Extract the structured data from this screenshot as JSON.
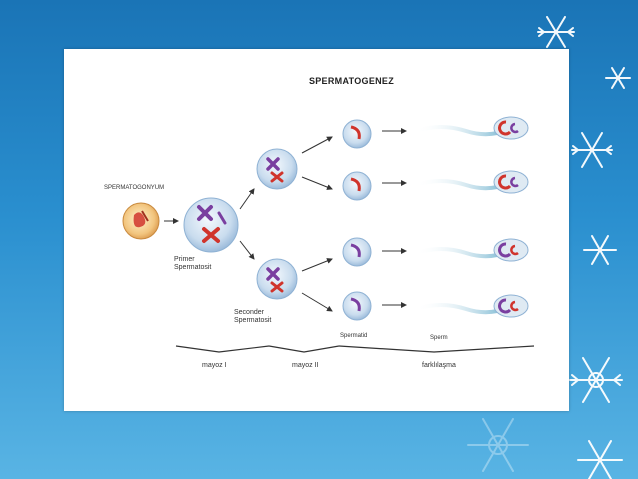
{
  "diagram": {
    "title": "SPERMATOGENEZ",
    "labels": {
      "spermatogonium": "SPERMATOGONYUM",
      "primer": "Primer\nSpermatosit",
      "seconder": "Seconder\nSpermatosit",
      "spermatid": "Spermatid",
      "sperm": "Sperm",
      "mayoz1": "mayoz I",
      "mayoz2": "mayoz II",
      "farklilasma": "farklılaşma"
    }
  },
  "colors": {
    "background_top": "#1a74b6",
    "background_bottom": "#59b4e4",
    "cell_fill": "#c9dcee",
    "chromosome": "#7a3fa0",
    "chromosome_red": "#d0342c",
    "sperm_tail": "#5fa9c8"
  }
}
